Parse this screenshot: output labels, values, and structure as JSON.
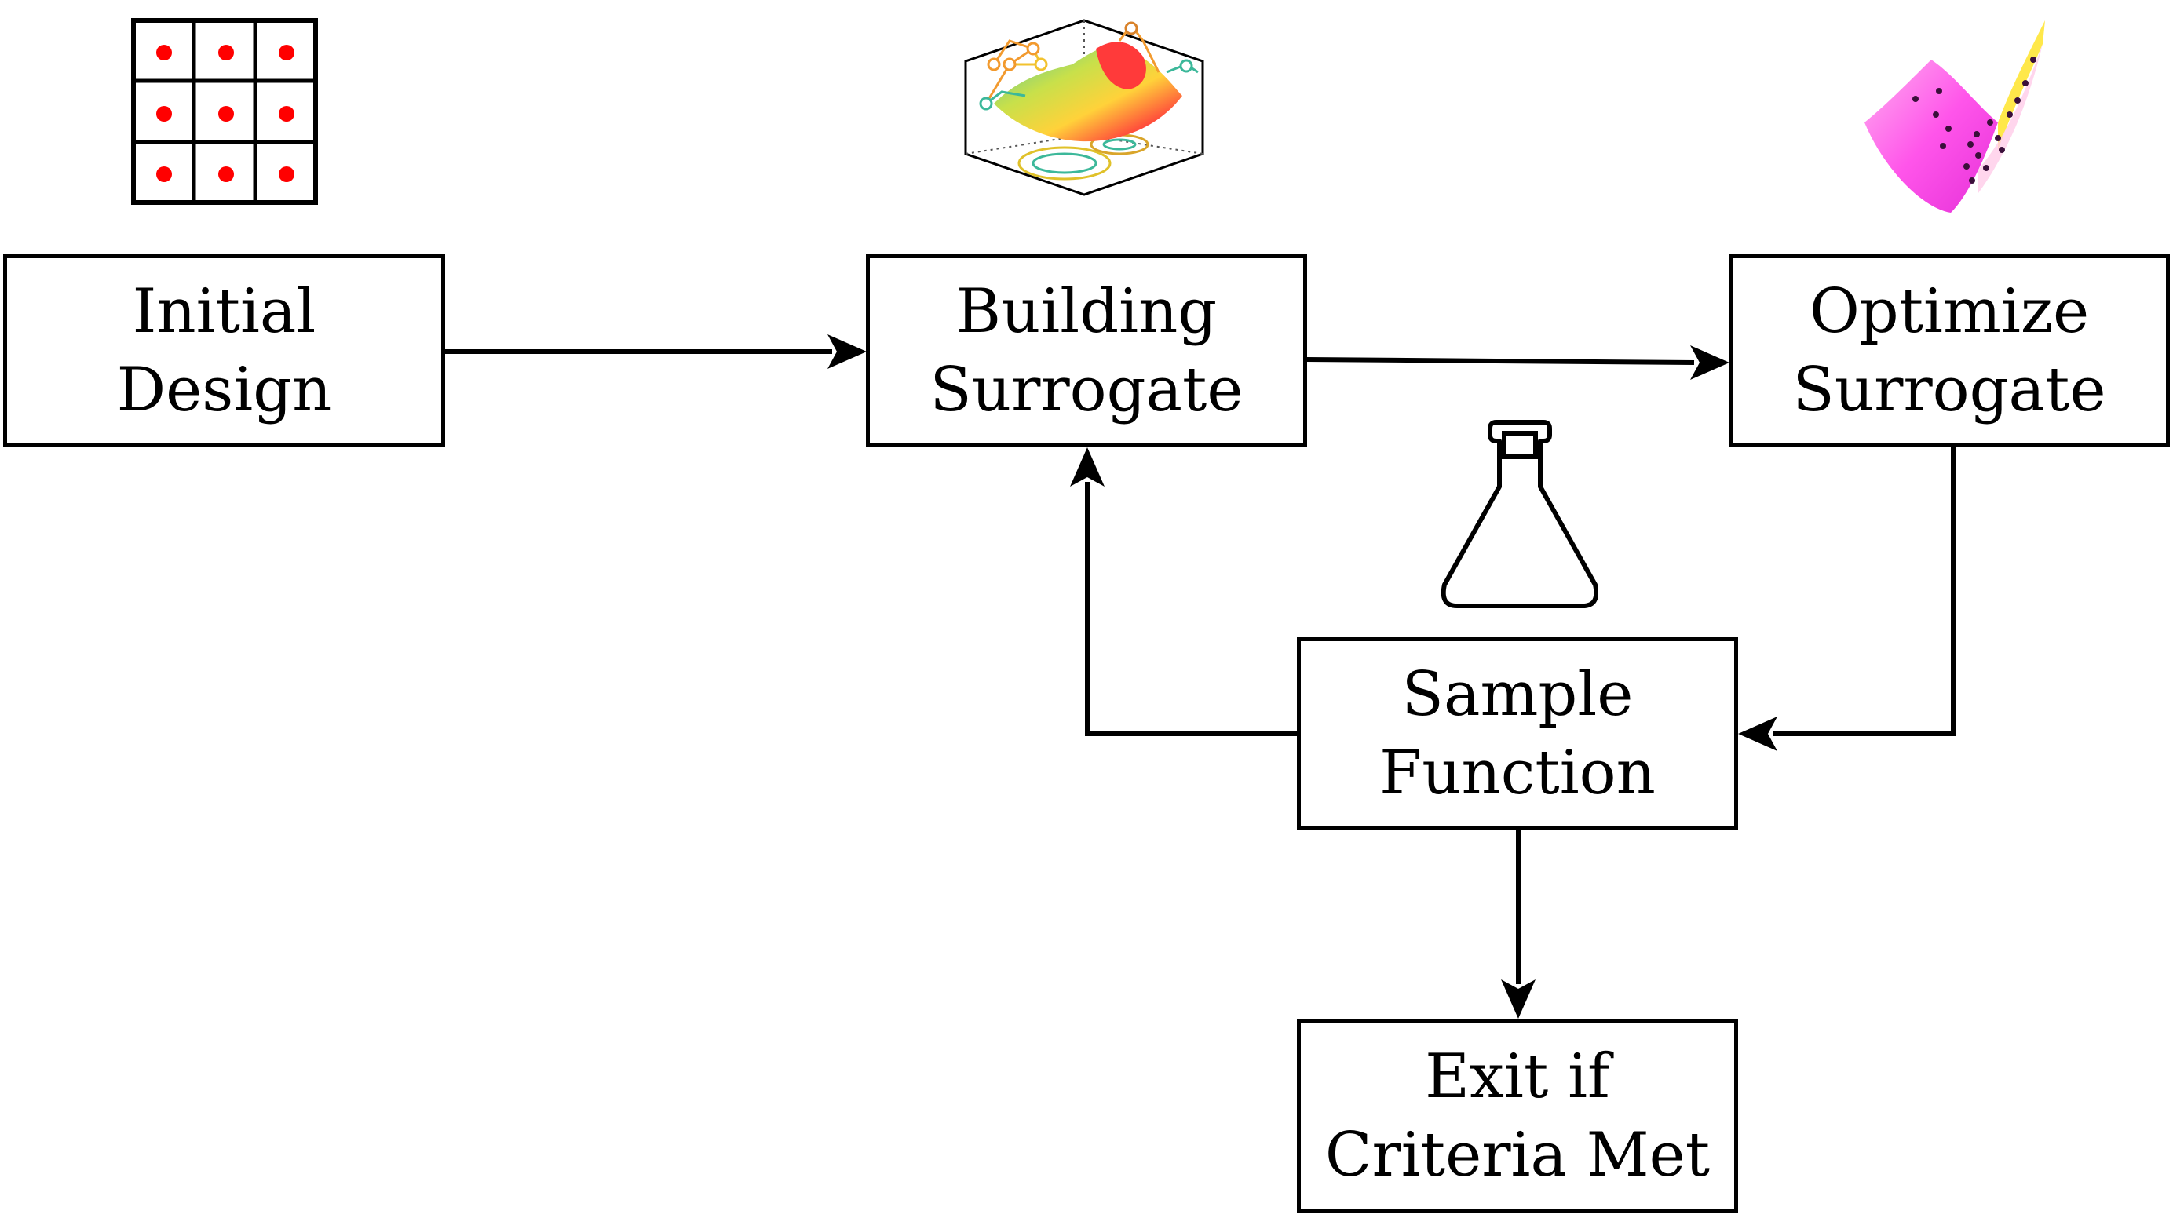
{
  "nodes": {
    "initial_design": {
      "line1": "Initial",
      "line2": "Design"
    },
    "building_surrogate": {
      "line1": "Building",
      "line2": "Surrogate"
    },
    "optimize_surrogate": {
      "line1": "Optimize",
      "line2": "Surrogate"
    },
    "sample_function": {
      "line1": "Sample",
      "line2": "Function"
    },
    "exit": {
      "line1": "Exit if",
      "line2": "Criteria Met"
    }
  },
  "edges": [
    {
      "from": "initial_design",
      "to": "building_surrogate"
    },
    {
      "from": "building_surrogate",
      "to": "optimize_surrogate"
    },
    {
      "from": "optimize_surrogate",
      "to": "sample_function"
    },
    {
      "from": "sample_function",
      "to": "building_surrogate"
    },
    {
      "from": "sample_function",
      "to": "exit"
    }
  ],
  "icons": [
    {
      "name": "sampling-grid-icon",
      "attached_to": "initial_design"
    },
    {
      "name": "surrogate-surface-icon",
      "attached_to": "building_surrogate"
    },
    {
      "name": "optimization-surface-icon",
      "attached_to": "optimize_surrogate"
    },
    {
      "name": "flask-icon",
      "attached_to": "sample_function"
    }
  ],
  "colors": {
    "line": "#000000",
    "grid_points": "#ff0000",
    "optimize_surface": "#ff44ee",
    "optimize_surface_edge": "#ffe84a"
  }
}
